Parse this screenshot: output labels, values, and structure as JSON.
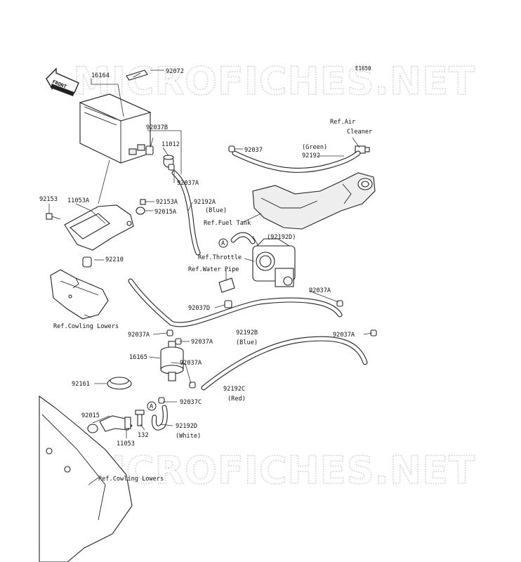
{
  "diagram_code": "E1650",
  "front_arrow_label": "FRONT",
  "watermark": "MICROFICHES.NET",
  "circle_marker": "A",
  "labels": {
    "p16164": "16164",
    "p92072": "92072",
    "p92037B": "92037B",
    "p11012": "11012",
    "p92037_top": "92037",
    "green": "(Green)",
    "p92192": "92192",
    "ref_air1": "Ref.Air",
    "ref_air2": "Cleaner",
    "p92153": "92153",
    "p11053A": "11053A",
    "p92037A_1": "92037A",
    "p92153A": "92153A",
    "p92192A": "92192A",
    "p92015A": "92015A",
    "blue1": "(Blue)",
    "ref_fuel_tank": "Ref.Fuel Tank",
    "p92192D_paren": "(92192D)",
    "ref_throttle": "Ref.Throttle",
    "p92210": "92210",
    "ref_water_pipe": "Ref.Water Pipe",
    "p92037A_2": "92037A",
    "p92037D": "92037D",
    "ref_cowling_1": "Ref.Cowling Lowers",
    "p92192B": "92192B",
    "blue2": "(Blue)",
    "p92037A_3": "92037A",
    "p92037A_4": "92037A",
    "p92037A_5": "92037A",
    "p16165": "16165",
    "p92037A_6": "92037A",
    "p92161": "92161",
    "p92192C": "92192C",
    "red": "(Red)",
    "p92037C": "92037C",
    "p92015": "92015",
    "p92192D": "92192D",
    "white": "(White)",
    "p132": "132",
    "p11053": "11053",
    "ref_cowling_2": "Ref.Cowling Lowers"
  }
}
